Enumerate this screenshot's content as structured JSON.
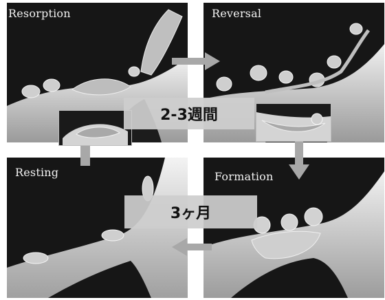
{
  "panels": {
    "resorption": {
      "label": "Resorption"
    },
    "reversal": {
      "label": "Reversal"
    },
    "resting": {
      "label": "Resting"
    },
    "formation": {
      "label": "Formation"
    }
  },
  "durations": {
    "resorption_reversal": "2-3週間",
    "formation_resting": "3ヶ月"
  },
  "colors": {
    "background": "#161616",
    "bone": "#d9d9d9",
    "arrow": "#a8a8a8",
    "label_box": "#cdcdcd"
  }
}
